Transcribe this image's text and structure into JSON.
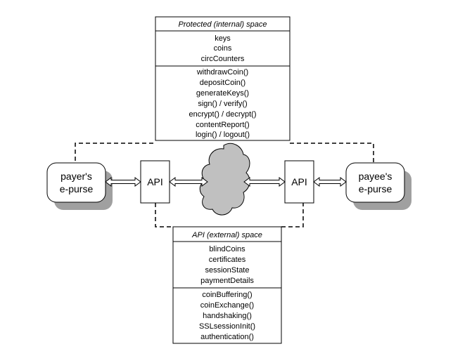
{
  "protected_space": {
    "title": "Protected (internal) space",
    "attributes": [
      "keys",
      "coins",
      "circCounters"
    ],
    "methods": [
      "withdrawCoin()",
      "depositCoin()",
      "generateKeys()",
      "sign() / verify()",
      "encrypt() / decrypt()",
      "contentReport()",
      "login() / logout()"
    ]
  },
  "external_space": {
    "title": "API (external) space",
    "attributes": [
      "blindCoins",
      "certificates",
      "sessionState",
      "paymentDetails"
    ],
    "methods": [
      "coinBuffering()",
      "coinExchange()",
      "handshaking()",
      "SSLsessionInit()",
      "authentication()"
    ]
  },
  "payer": {
    "line1": "payer's",
    "line2": "e-purse"
  },
  "payee": {
    "line1": "payee's",
    "line2": "e-purse"
  },
  "api_left": {
    "label": "API"
  },
  "api_right": {
    "label": "API"
  },
  "colors": {
    "shadow": "#a0a0a0",
    "cloud": "#c0c0c0",
    "line": "#000000",
    "fill": "#ffffff"
  }
}
